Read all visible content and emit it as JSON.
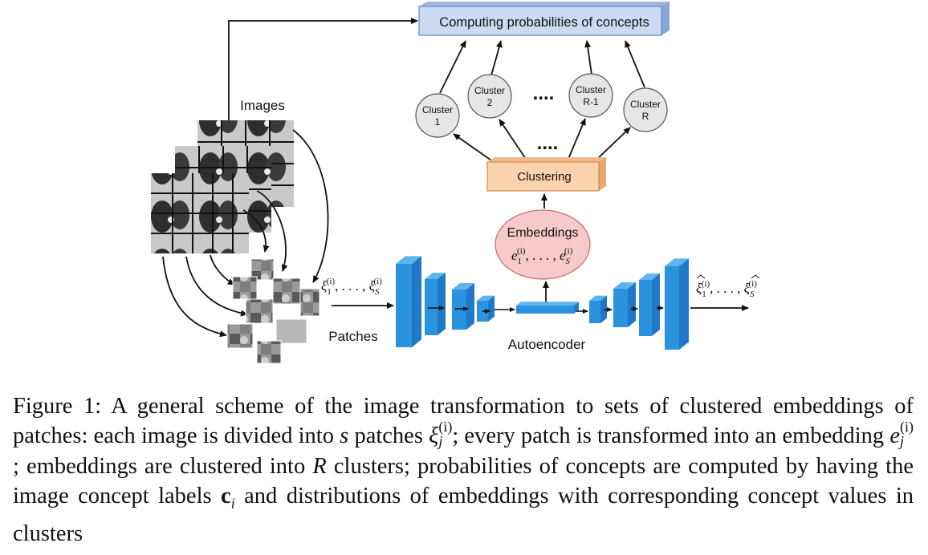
{
  "diagram": {
    "top_box": "Computing probabilities of concepts",
    "clusters": [
      {
        "line1": "Cluster",
        "line2": "1"
      },
      {
        "line1": "Cluster",
        "line2": "2"
      },
      {
        "line1": "Cluster",
        "line2": "R-1"
      },
      {
        "line1": "Cluster",
        "line2": "R"
      }
    ],
    "dots": "....",
    "clustering": "Clustering",
    "embeddings_title": "Embeddings",
    "images_label": "Images",
    "patches_label": "Patches",
    "autoencoder_label": "Autoencoder"
  },
  "caption": {
    "p1": "Figure 1: A general scheme of the image transformation to sets of clustered embeddings of patches: each image is divided into ",
    "s": "s",
    "p2": " patches ",
    "xi": "ξ",
    "sup_i": "(i)",
    "sub_j": "j",
    "p3": "; every patch is transformed into an embedding ",
    "e": "e",
    "p4": "; embeddings are clustered into ",
    "R": "R",
    "p5": " clusters; probabilities of concepts are computed by having the image concept labels ",
    "c": "c",
    "ci": "i",
    "p6": " and distributions of embeddings with corresponding concept values in clusters"
  }
}
